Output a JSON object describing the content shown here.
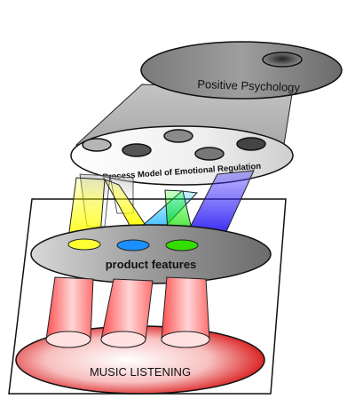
{
  "labels": {
    "top": "Positive Psychology",
    "middle": "Process Model of Emotional Regulation",
    "product": "product features",
    "bottom": "MUSIC LISTENING"
  },
  "colors": {
    "beam_yellow": "#ffff00",
    "beam_cyan": "#00b0e0",
    "beam_green": "#22dd00",
    "beam_blue": "#2a1aff",
    "music_red": "#d40000",
    "tube_pink": "#ff6f6f"
  }
}
